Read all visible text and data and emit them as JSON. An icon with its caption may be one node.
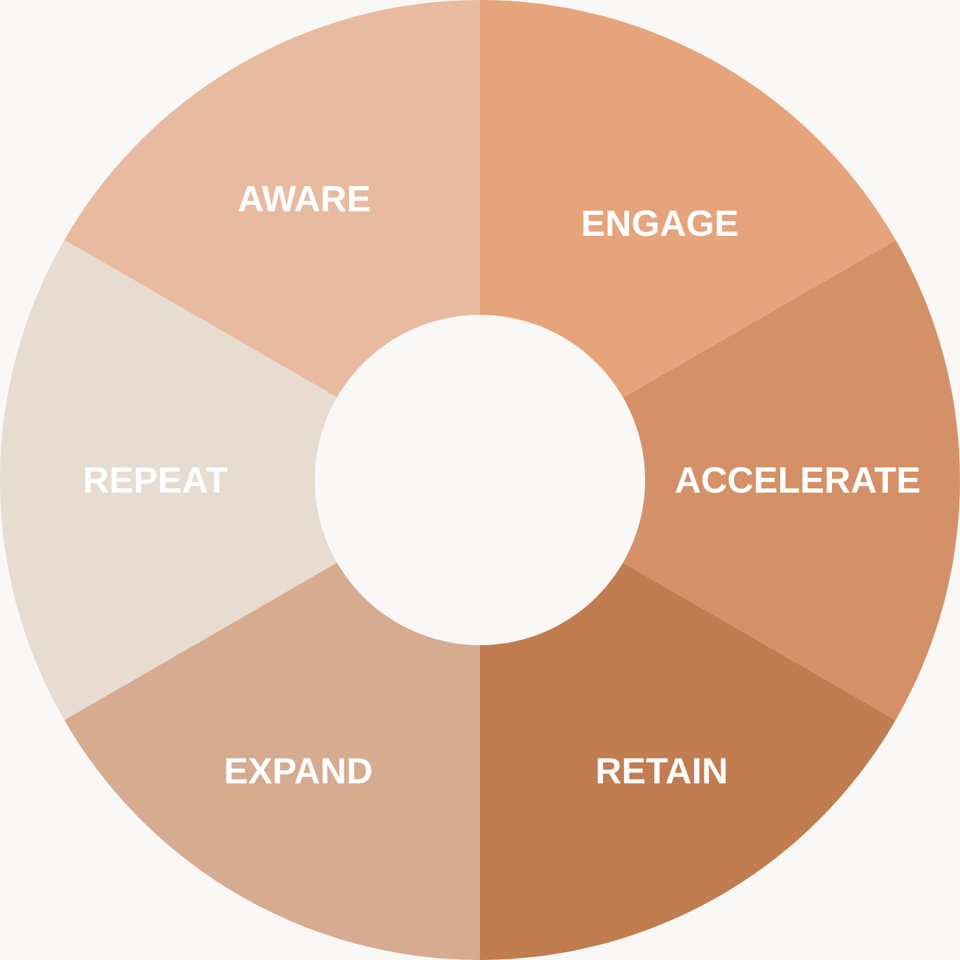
{
  "diagram": {
    "nodes": [
      {
        "text": [
          "AWARE"
        ]
      },
      {
        "text": [
          "ENGAGE"
        ]
      },
      {
        "text": [
          "ACCELERATE"
        ]
      },
      {
        "text": [
          "RETAIN"
        ]
      },
      {
        "text": [
          "EXPAND"
        ]
      },
      {
        "text": [
          "REPEAT"
        ]
      }
    ]
  }
}
